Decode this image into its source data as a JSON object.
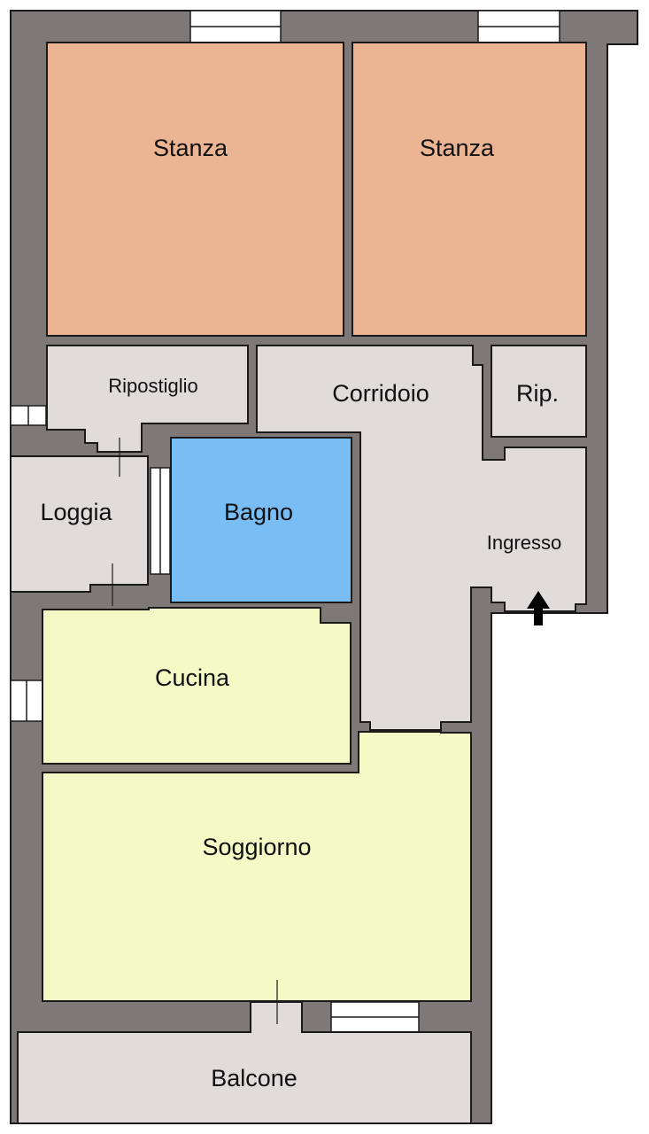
{
  "colors": {
    "wall": "#7e7878",
    "wall_outline": "#1a1a1a",
    "bedroom": "#ebb493",
    "service": "#e0dcdc",
    "bathroom": "#79bdf5",
    "living": "#f3fac6",
    "window": "#ffffff"
  },
  "rooms": {
    "stanza_1": "Stanza",
    "stanza_2": "Stanza",
    "ripostiglio": "Ripostiglio",
    "corridoio": "Corridoio",
    "rip": "Rip.",
    "loggia": "Loggia",
    "bagno": "Bagno",
    "ingresso": "Ingresso",
    "cucina": "Cucina",
    "soggiorno": "Soggiorno",
    "balcone": "Balcone"
  },
  "icons": {
    "entrance": "entrance-arrow-icon"
  }
}
